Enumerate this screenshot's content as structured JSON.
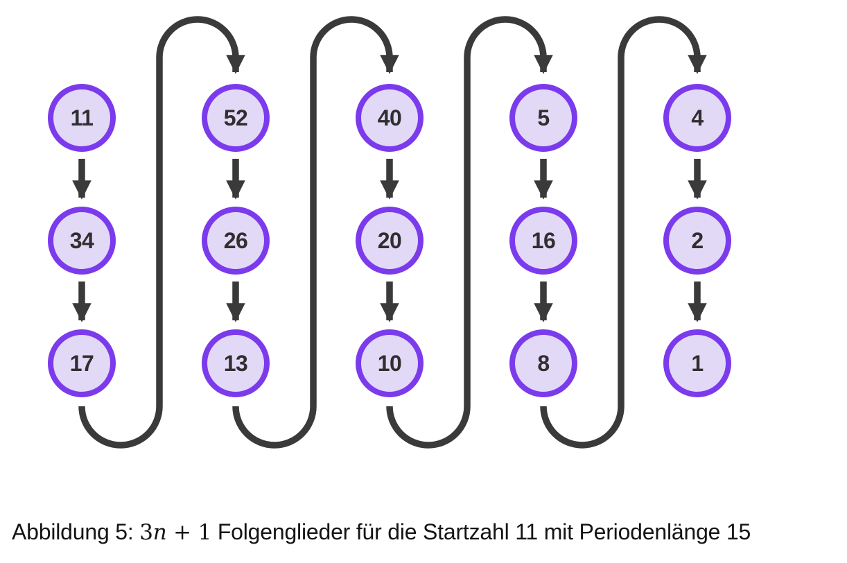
{
  "figure": {
    "sequence": [
      "11",
      "34",
      "17",
      "52",
      "26",
      "13",
      "40",
      "20",
      "10",
      "5",
      "16",
      "8",
      "4",
      "2",
      "1"
    ]
  },
  "caption": {
    "prefix": "Abbildung 5: ",
    "math_coeff": "3",
    "math_var": "n",
    "math_tail": " + 1",
    "suffix": " Folgenglieder für die Startzahl 11 mit Periodenlänge 15"
  },
  "colors": {
    "node_border": "#7b3bec",
    "node_fill": "#e2d9f7",
    "edge": "#3a3a3a",
    "node_text": "#2f2f2f",
    "caption_text": "#141414"
  }
}
